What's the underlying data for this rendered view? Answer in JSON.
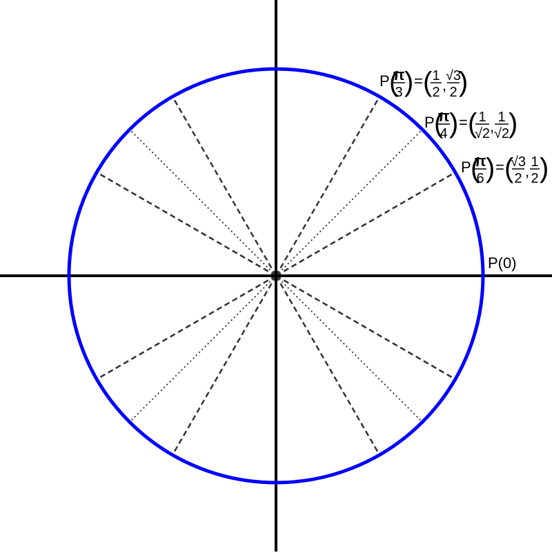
{
  "diagram": {
    "colors": {
      "circle": "#0000ff",
      "axes": "#000000",
      "radials": "#333333"
    },
    "dashed_angles_deg": [
      30,
      60,
      120,
      150,
      210,
      240,
      300,
      330
    ],
    "dotted_angles_deg": [
      45,
      135,
      225,
      315
    ],
    "labels": {
      "p0": "P(0)",
      "p_prefix": "P",
      "equals": "=",
      "comma": ",",
      "pi": "π",
      "pi3": {
        "angle_den": "3",
        "x_num": "1",
        "x_den": "2",
        "y_num": "√3",
        "y_den": "2"
      },
      "pi4": {
        "angle_den": "4",
        "x_num": "1",
        "x_den": "√2",
        "y_num": "1",
        "y_den": "√2"
      },
      "pi6": {
        "angle_den": "6",
        "x_num": "√3",
        "x_den": "2",
        "y_num": "1",
        "y_den": "2"
      }
    }
  }
}
